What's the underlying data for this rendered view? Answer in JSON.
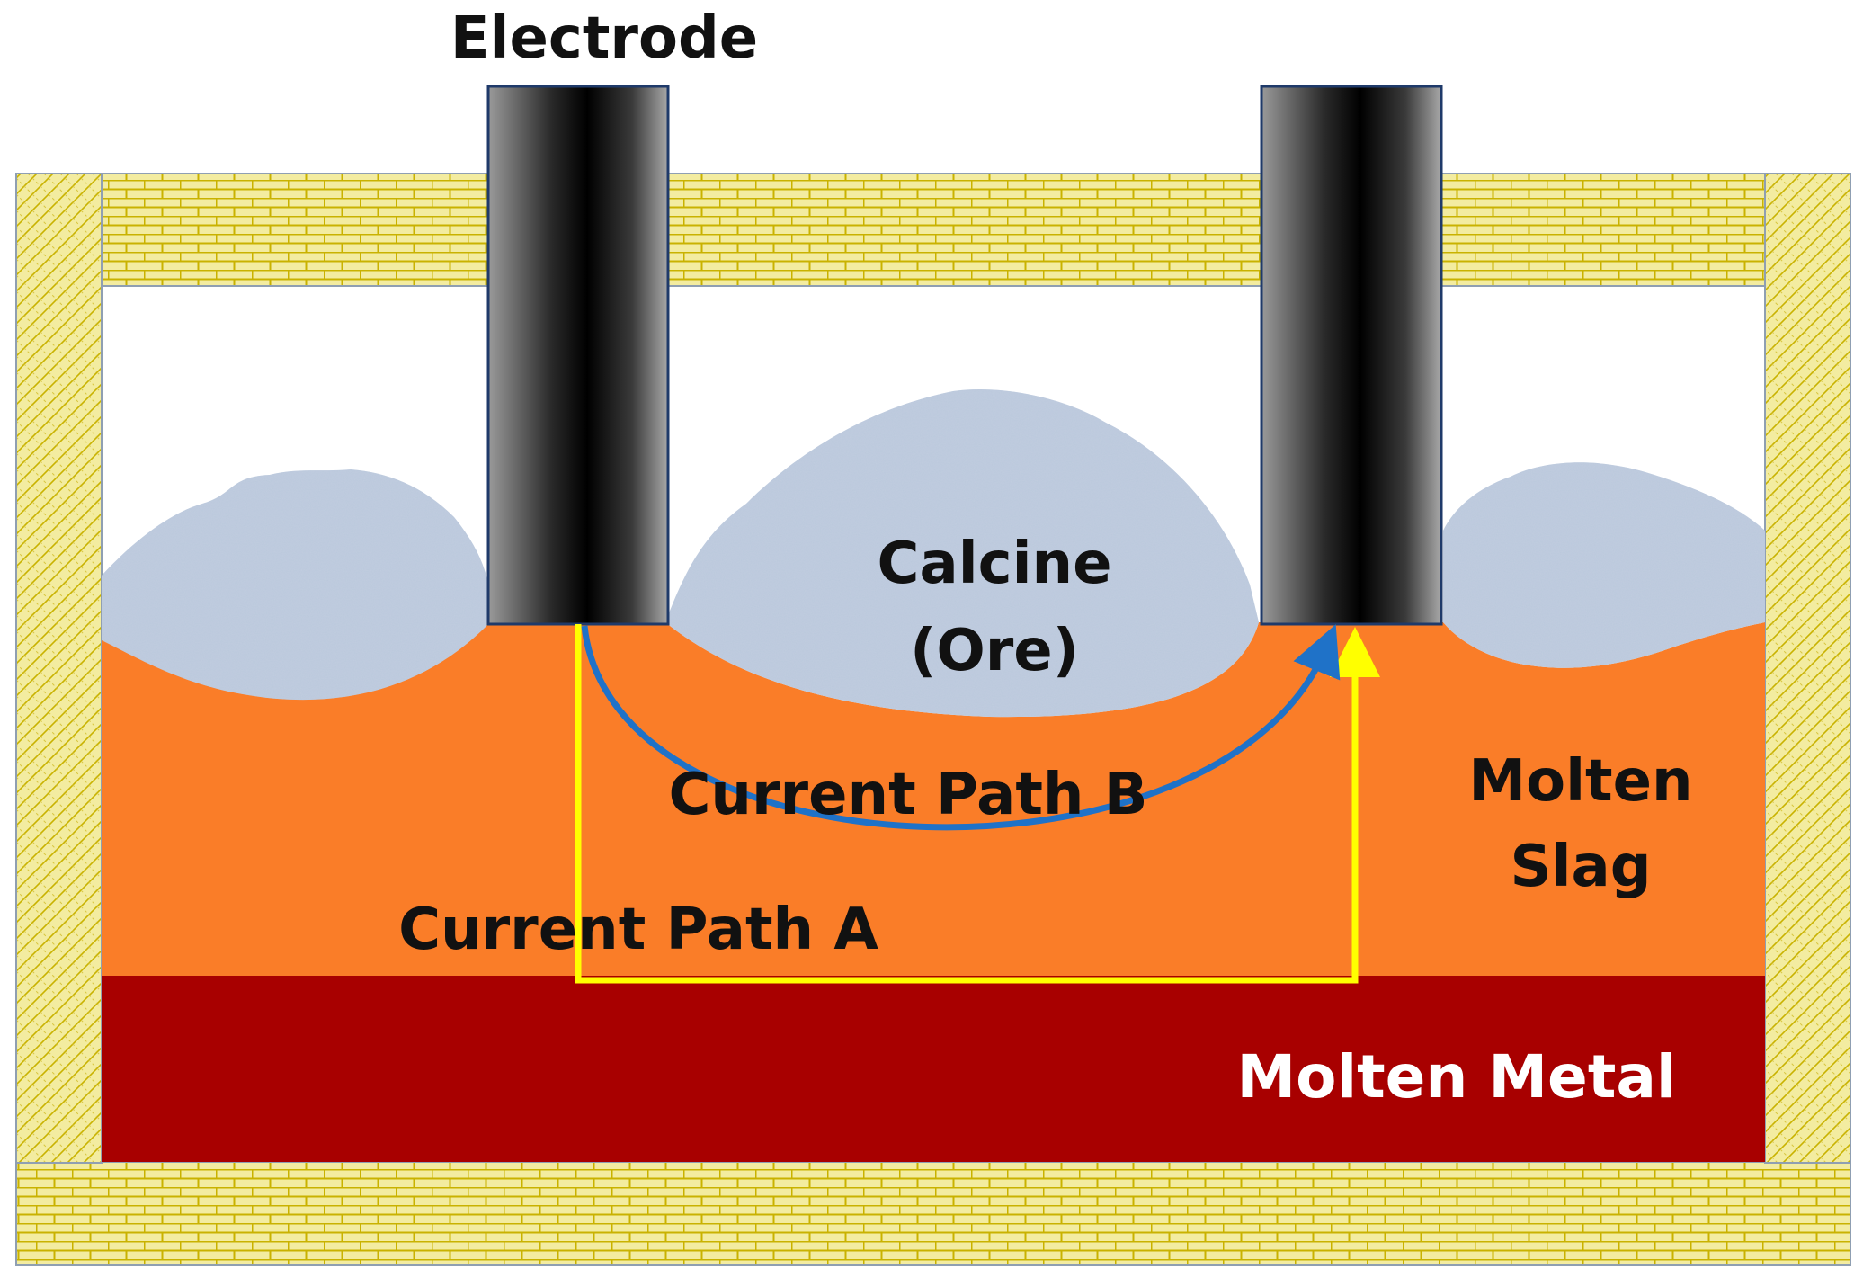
{
  "labels": {
    "electrode": "Electrode",
    "calcine_line1": "Calcine",
    "calcine_line2": "(Ore)",
    "molten_slag_line1": "Molten",
    "molten_slag_line2": "Slag",
    "current_path_a": "Current Path A",
    "current_path_b": "Current Path B",
    "molten_metal": "Molten Metal"
  },
  "colors": {
    "refractory_fill": "#f3eca0",
    "refractory_pattern": "#c9b200",
    "molten_slag": "#fa7d28",
    "molten_metal": "#a80000",
    "calcine": "#b9c8dc",
    "electrode_dark": "#000000",
    "electrode_light": "#9a9a9a",
    "current_path_a": "#ffff00",
    "current_path_b": "#1f72c8",
    "label_text": "#111111",
    "metal_label_text": "#ffffff"
  }
}
